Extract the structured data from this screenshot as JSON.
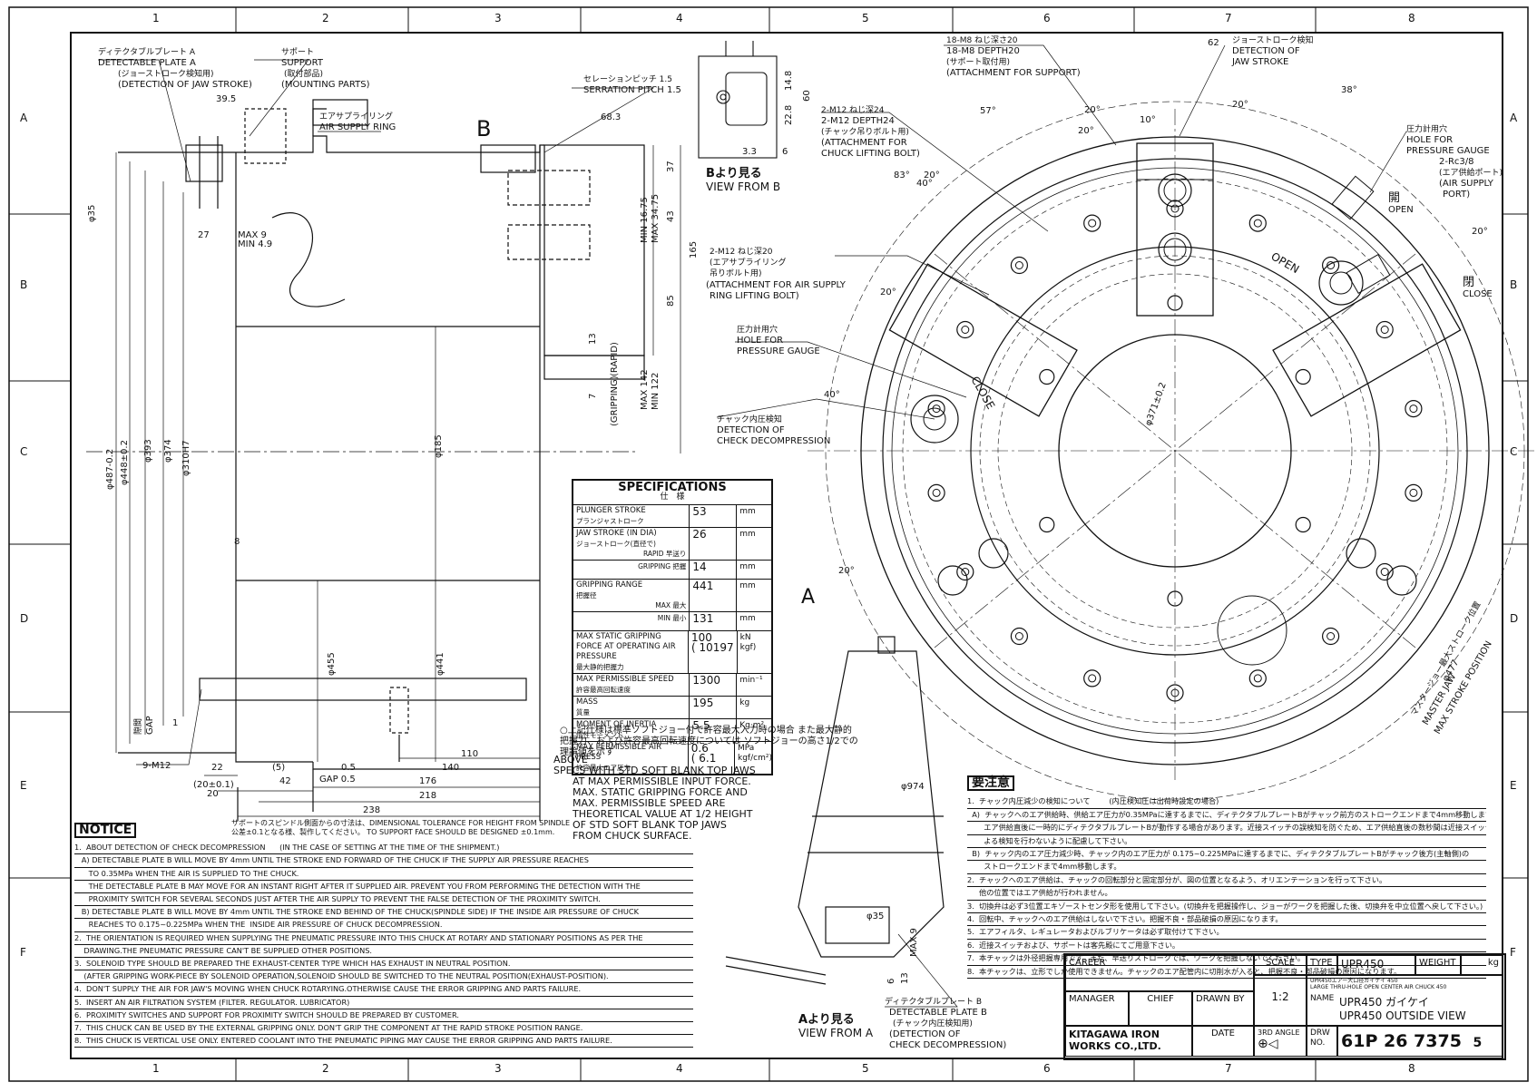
{
  "grid": {
    "columns": [
      "1",
      "2",
      "3",
      "4",
      "5",
      "6",
      "7",
      "8"
    ],
    "rows": [
      "A",
      "B",
      "C",
      "D",
      "E",
      "F"
    ]
  },
  "labels": {
    "detectable_plate_a_jp": "ディテクタブルプレート A",
    "detectable_plate_a": "DETECTABLE PLATE A",
    "jaw_stroke_jp": "(ジョーストローク検知用)",
    "detection_jaw_stroke": "(DETECTION OF JAW STROKE)",
    "support_jp": "サポート",
    "support": "SUPPORT",
    "mounting_jp": "(取付部品)",
    "mounting_parts": "(MOUNTING PARTS)",
    "air_supply_ring_jp": "エアサプライリング",
    "air_supply_ring": "AIR SUPPLY RING",
    "serration_jp": "セレーションピッチ 1.5",
    "serration": "SERRATION PITCH 1.5",
    "view_from_b_jp": "Bより見る",
    "view_from_b": "VIEW FROM B",
    "view_from_a_jp": "Aより見る",
    "view_from_a": "VIEW FROM A",
    "m12_depth20_jp": "2-M12 ねじ深20",
    "m12_air_jp": "(エアサプライリング",
    "m12_air_jp2": "吊りボルト用)",
    "m12_attach_air": "(ATTACHMENT FOR AIR SUPPLY",
    "m12_attach_air2": "RING LIFTING BOLT)",
    "pressure_gauge_jp": "圧力計用穴",
    "hole_for": "HOLE FOR",
    "pressure_gauge": "PRESSURE GAUGE",
    "check_decomp_jp": "チャック内圧検知",
    "detection_of": "DETECTION OF",
    "check_decompression": "CHECK DECOMPRESSION",
    "m8_jp": "18-M8 ねじ深さ20",
    "m8": "18-M8 DEPTH20",
    "support_att_jp": "(サポート取付用)",
    "attachment_support": "(ATTACHMENT FOR SUPPORT)",
    "jaw_stroke_det_jp": "ジョーストローク検知",
    "detection_of_jaw_stroke": "DETECTION OF",
    "jaw_stroke": "JAW STROKE",
    "m12_24_jp": "2-M12 ねじ深24",
    "m12_24": "2-M12 DEPTH24",
    "chuck_lift_jp": "(チャック吊りボルト用)",
    "attachment_for": "(ATTACHMENT FOR",
    "chuck_lifting_bolt": "CHUCK LIFTING BOLT)",
    "rc38_jp": "2-Rc3/8",
    "air_supply_port_jp": "(エア供給ポート)",
    "air_supply": "(AIR SUPPLY",
    "port": "PORT)",
    "open_jp": "開",
    "open": "OPEN",
    "close_jp": "閉",
    "close": "CLOSE",
    "open_rot": "OPEN",
    "close_rot": "CLOSE",
    "master_jaw_jp": "マスタージョー最大ストローク位置",
    "master_jaw": "MASTER JAW",
    "max_stroke_position": "MAX STROKE POSITION",
    "detectable_plate_b_jp": "ディテクタブルプレート B",
    "detectable_plate_b": "DETECTABLE PLATE B",
    "check_internal_jp": "(チャック内圧検知用)",
    "detection_of_b": "(DETECTION OF",
    "check_decompression_b": "CHECK DECOMPRESSION)",
    "m12_9": "9-M12",
    "gap_jp": "隙間",
    "gap": "GAP",
    "gap_05": "GAP 0.5",
    "rapid": "(RAPID)",
    "gripping": "(GRIPPING)",
    "a_arrow": "A",
    "b_arrow": "B"
  },
  "dimensions": {
    "d39_5": "39.5",
    "d68_3": "68.3",
    "d35": "φ35",
    "d27": "27",
    "max9": "MAX 9",
    "min4_9": "MIN 4.9",
    "d487": "φ487-0.2",
    "d448": "φ448±0.2",
    "d393": "φ393",
    "d374": "φ374",
    "d310": "φ310H7",
    "d185": "φ185",
    "d455": "φ455",
    "d441": "φ441",
    "d8": "8",
    "d1": "1",
    "d22": "22",
    "d5": "(5)",
    "d42": "42",
    "d140": "140",
    "d110": "110",
    "d176": "176",
    "d218": "218",
    "d238": "238",
    "d20pm": "(20±0.1)",
    "d20": "20",
    "d05": "0.5",
    "d37": "37",
    "d43": "43",
    "d85": "85",
    "d165": "165",
    "min16": "MIN 16.75",
    "max34": "MAX 34.75",
    "max142": "MAX 142",
    "min122": "MIN 122",
    "d13": "13",
    "d7": "7",
    "d60": "60",
    "d22_8": "22.8",
    "d14_8": "14.8",
    "d3_3": "3.3",
    "d6": "6",
    "d62": "62",
    "d57": "57°",
    "d20deg": "20°",
    "d10deg": "10°",
    "d38": "38°",
    "d40": "40°",
    "d83": "83°",
    "d371": "φ371±0.2",
    "d974": "φ974",
    "d477": "φ477",
    "d35b": "φ35",
    "max9b": "MAX 9",
    "d13b": "13",
    "d6b": "6"
  },
  "specs": {
    "title": "SPECIFICATIONS",
    "title_jp": "仕　様",
    "rows": [
      {
        "label": "PLUNGER STROKE",
        "label_jp": "プランジャストローク",
        "sub": "",
        "value": "53",
        "unit": "mm"
      },
      {
        "label": "JAW STROKE (IN DIA)",
        "label_jp": "ジョーストローク(直径で)",
        "sub": "RAPID 早送り",
        "value": "26",
        "unit": "mm"
      },
      {
        "label": "",
        "label_jp": "",
        "sub": "GRIPPING 把握",
        "value": "14",
        "unit": "mm"
      },
      {
        "label": "GRIPPING RANGE",
        "label_jp": "把握径",
        "sub": "MAX 最大",
        "value": "441",
        "unit": "mm"
      },
      {
        "label": "",
        "label_jp": "",
        "sub": "MIN 最小",
        "value": "131",
        "unit": "mm"
      },
      {
        "label": "MAX STATIC GRIPPING FORCE AT OPERATING AIR PRESSURE",
        "label_jp": "最大静的把握力",
        "sub": "",
        "value": "100\n( 10197",
        "unit": "kN\nkgf)"
      },
      {
        "label": "MAX PERMISSIBLE SPEED",
        "label_jp": "許容最高回転速度",
        "sub": "",
        "value": "1300",
        "unit": "min⁻¹"
      },
      {
        "label": "MASS",
        "label_jp": "質量",
        "sub": "",
        "value": "195",
        "unit": "kg"
      },
      {
        "label": "MOMENT OF INERTIA",
        "label_jp": "慣性モーメント",
        "sub": "",
        "value": "5.5",
        "unit": "Kg·m²"
      },
      {
        "label": "MAX PERMISSIBLE AIR PRESS",
        "label_jp": "許容最大エア圧力",
        "sub": "",
        "value": "0.6\n( 6.1",
        "unit": "MPa\nkgf/cm²)"
      }
    ]
  },
  "footnote_jp": "○上記仕様は標準ソフトジョー付で許容最大入力時の場合 また最大静的把握力、および許容最高回転速度については ソフトジョーの高さ1/2での理論値を示す",
  "above_specs": "ABOVE\nSPECS WITH STD SOFT BLANK TOP JAWS\n      AT MAX PERMISSIBLE INPUT FORCE.\n      MAX. STATIC GRIPPING FORCE AND\n      MAX. PERMISSIBLE SPEED ARE\n      THEORETICAL VALUE AT 1/2 HEIGHT\n      OF STD SOFT BLANK TOP JAWS\n      FROM CHUCK SURFACE.",
  "support_note": "サポートのスピンドル側面からの寸法は、DIMENSIONAL TOLERANCE FOR HEIGHT FROM SPINDLE\n公差±0.1となる様、製作してください。 TO SUPPORT FACE SHOULD BE DESIGNED ±0.1mm.",
  "notice": {
    "title": "NOTICE",
    "lines": [
      "1.  ABOUT DETECTION OF CHECK DECOMPRESSION      (IN THE CASE OF SETTING AT THE TIME OF THE SHIPMENT.)",
      "   A) DETECTABLE PLATE B WILL MOVE BY 4mm UNTIL THE STROKE END FORWARD OF THE CHUCK IF THE SUPPLY AIR PRESSURE REACHES",
      "      TO 0.35MPa WHEN THE AIR IS SUPPLIED TO THE CHUCK.",
      "      THE DETECTABLE PLATE B MAY MOVE FOR AN INSTANT RIGHT AFTER IT SUPPLIED AIR. PREVENT YOU FROM PERFORMING THE DETECTION WITH THE",
      "      PROXIMITY SWITCH FOR SEVERAL SECONDS JUST AFTER THE AIR SUPPLY TO PREVENT THE FALSE DETECTION OF THE PROXIMITY SWITCH.",
      "   B) DETECTABLE PLATE B WILL MOVE BY 4mm UNTIL THE STROKE END BEHIND OF THE CHUCK(SPINDLE SIDE) IF THE INSIDE AIR PRESSURE OF CHUCK",
      "      REACHES TO 0.175~0.225MPa WHEN THE  INSIDE AIR PRESSURE OF CHUCK DECOMPRESSION.",
      "2.  THE ORIENTATION IS REQUIRED WHEN SUPPLYING THE PNEUMATIC PRESSURE INTO THIS CHUCK AT ROTARY AND STATIONARY POSITIONS AS PER THE",
      "    DRAWING.THE PNEUMATIC PRESSURE CAN'T BE SUPPLIED OTHER POSITIONS.",
      "3.  SOLENOID TYPE SHOULD BE PREPARED THE EXHAUST-CENTER TYPE WHICH HAS EXHAUST IN NEUTRAL POSITION.",
      "    (AFTER GRIPPING WORK-PIECE BY SOLENOID OPERATION,SOLENOID SHOULD BE SWITCHED TO THE NEUTRAL POSITION(EXHAUST-POSITION).",
      "4.  DON'T SUPPLY THE AIR FOR JAW'S MOVING WHEN CHUCK ROTARYING.OTHERWISE CAUSE THE ERROR GRIPPING AND PARTS FAILURE.",
      "5.  INSERT AN AIR FILTRATION SYSTEM (FILTER. REGULATOR. LUBRICATOR)",
      "6.  PROXIMITY SWITCHES AND SUPPORT FOR PROXIMITY SWITCH SHOULD BE PREPARED BY CUSTOMER.",
      "7.  THIS CHUCK CAN BE USED BY THE EXTERNAL GRIPPING ONLY. DON'T GRIP THE COMPONENT AT THE RAPID STROKE POSITION RANGE.",
      "8.  THIS CHUCK IS VERTICAL USE ONLY. ENTERED COOLANT INTO THE PNEUMATIC PIPING MAY CAUSE THE ERROR GRIPPING AND PARTS FAILURE."
    ]
  },
  "jp_notes": {
    "title": "要注意",
    "lines": [
      "1.  チャック内圧減少の検知について        (内圧検知圧は出荷時設定の場合)",
      "  A)  チャックへのエア供給時、供給エア圧力が0.35MPaに達するまでに、ディテクタブルプレートBがチャック前方のストロークエンドまで4mm移動します。",
      "       エア供給直後に一時的にディテクタブルプレートBが動作する場合があります。近接スイッチの誤検知を防ぐため、エア供給直後の数秒間は近接スイッチに",
      "       よる検知を行わないように配慮して下さい。",
      "  B)  チャック内のエア圧力減少時、チャック内のエア圧力が 0.175~0.225MPaに達するまでに、ディテクタブルプレートBがチャック後方(主軸側)の",
      "       ストロークエンドまで4mm移動します。",
      "2.  チャックへのエア供給は、チャックの回転部分と固定部分が、図の位置となるよう、オリエンテーションを行って下さい。",
      "     他の位置ではエア供給が行われません。",
      "3.  切換弁は必ず3位置エキゾーストセンタ形を使用して下さい。(切換弁を把握操作し、ジョーがワークを把握した後、切換弁を中立位置へ戻して下さい。)",
      "4.  回転中、チャックへのエア供給はしないで下さい。把握不良・部品破損の原因になります。",
      "5.  エアフィルタ、レギュレータおよびルブリケータは必ず取付けて下さい。",
      "6.  近接スイッチおよび、サポートは客先殿にてご用意下さい。",
      "7.  本チャックは外径把握専用です。また、早送りストロークでは、ワークを把握しないでください。",
      "8.  本チャックは、立形でしか使用できません。チャックのエア配管内に切削水が入ると、把握不良・部品破損の原因になります。"
    ]
  },
  "title_block": {
    "career": "CAREER",
    "scale_label": "SCALE",
    "scale": "1:2",
    "type_label": "TYPE",
    "type": "UPR450",
    "weight_label": "WEIGHT",
    "weight_unit": "kg",
    "manager": "MANAGER",
    "chief": "CHIEF",
    "drawn_by": "DRAWN BY",
    "angle": "3RD ANGLE",
    "name_label": "NAME",
    "name_small": "UPR450エアー大口径ガイケイ  450",
    "name_small2": "LARGE THRU-HOLE OPEN CENTER AIR CHUCK 450",
    "name1": "UPR450 ガイケイ",
    "name2": "UPR450 OUTSIDE VIEW",
    "company1": "KITAGAWA IRON",
    "company2": "WORKS CO.,LTD.",
    "date": "DATE",
    "drw_no_label1": "DRW",
    "drw_no_label2": "NO.",
    "drw_no": "61P 26 7375",
    "rev": "5"
  }
}
